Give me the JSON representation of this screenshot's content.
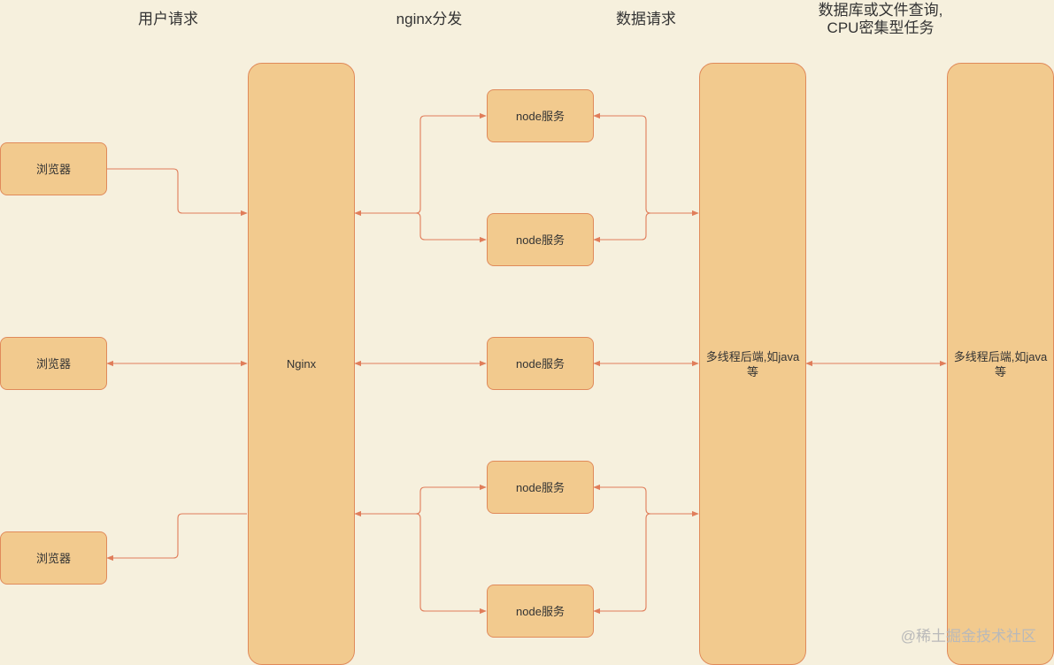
{
  "headers": {
    "user_request": "用户请求",
    "nginx_dispatch": "nginx分发",
    "data_request": "数据请求",
    "db_query_line1": "数据库或文件查询,",
    "db_query_line2": "CPU密集型任务"
  },
  "nodes": {
    "browser_1": "浏览器",
    "browser_2": "浏览器",
    "browser_3": "浏览器",
    "nginx": "Nginx",
    "node_1": "node服务",
    "node_2": "node服务",
    "node_3": "node服务",
    "node_4": "node服务",
    "node_5": "node服务",
    "backend_1": "多线程后端,如java等",
    "backend_2": "多线程后端,如java等"
  },
  "watermark": "@稀土掘金技术社区",
  "colors": {
    "background": "#f6f0dd",
    "node_fill": "#f2ca8e",
    "node_border": "#e08a5a",
    "edge": "#e07d5a",
    "text": "#333333"
  }
}
